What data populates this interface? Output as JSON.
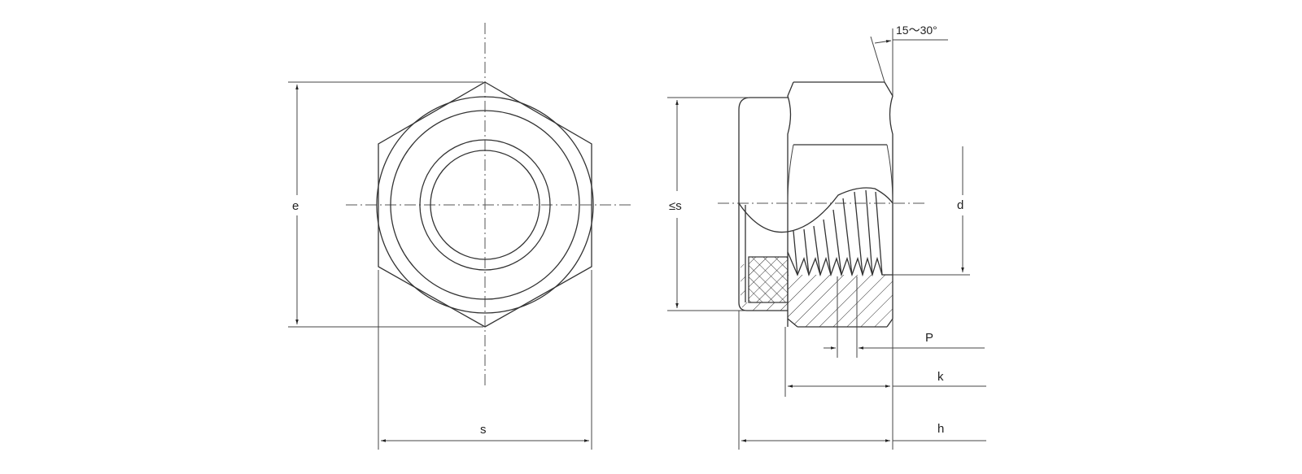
{
  "drawing": {
    "subject": "Hex nylon-insert lock nut",
    "views": [
      "front-view",
      "side-section-view"
    ],
    "line_color": "#333333",
    "background": "#ffffff"
  },
  "labels": {
    "e": "e",
    "s": "s",
    "s_max": "≤s",
    "d": "d",
    "P": "P",
    "k": "k",
    "h": "h",
    "angle": "15～30°"
  }
}
